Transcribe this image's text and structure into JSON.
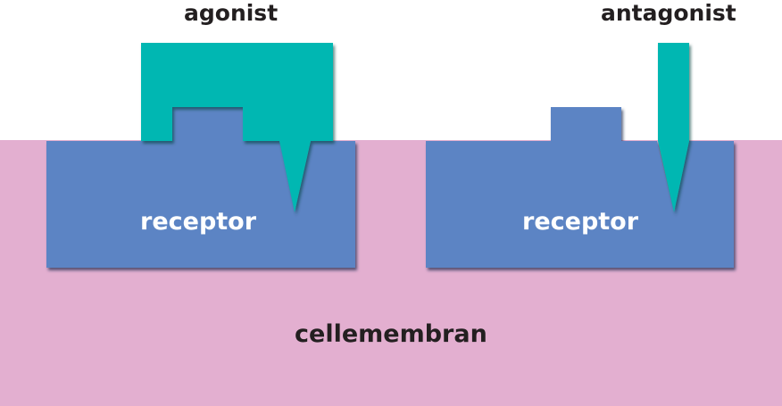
{
  "labels": {
    "agonist": "agonist",
    "antagonist": "antagonist",
    "receptor_left": "receptor",
    "receptor_right": "receptor",
    "membrane": "cellemembran"
  },
  "colors": {
    "membrane": "#e3afd0",
    "receptor": "#5b84c4",
    "receptor_shadow": "#2f3f6e",
    "ligand": "#00b7b2",
    "ligand_shadow": "#00625f",
    "dark_text": "#231f20",
    "light_text": "#ffffff"
  }
}
